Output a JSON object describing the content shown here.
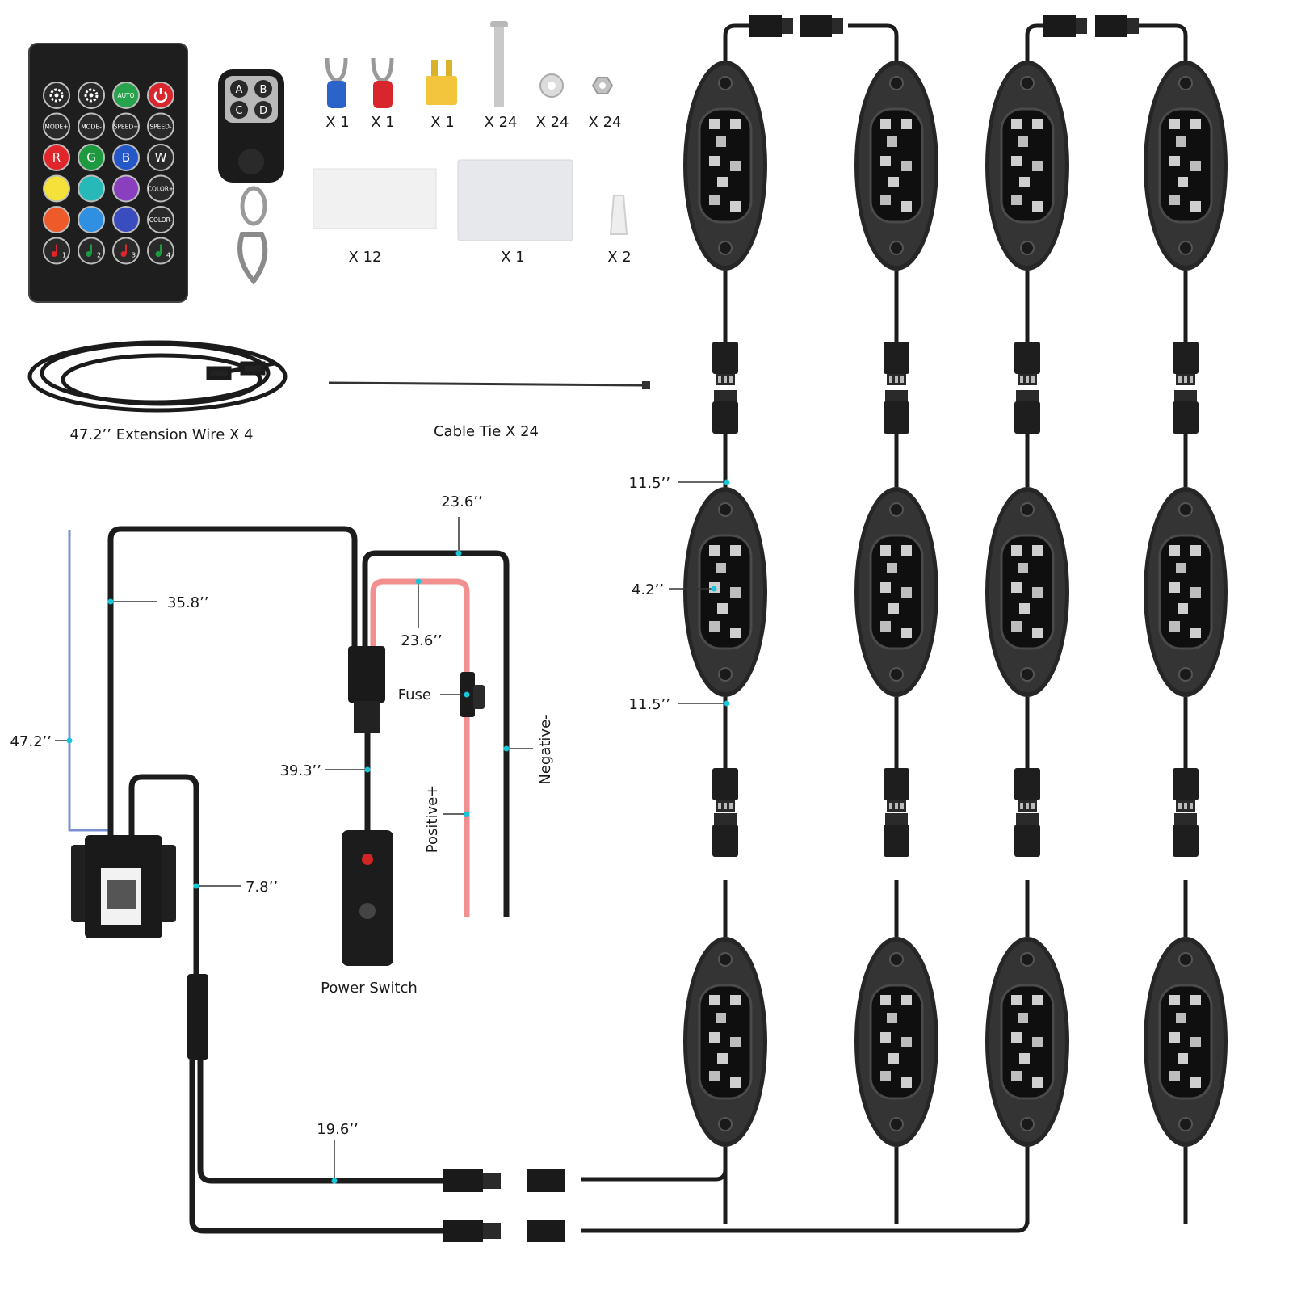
{
  "remote": {
    "buttons": [
      [
        "gear-icon",
        "gear-icon",
        "AUTO",
        "power-icon"
      ],
      [
        "MODE+",
        "MODE-",
        "SPEED+",
        "SPEED-"
      ],
      [
        "R",
        "G",
        "B",
        "W"
      ],
      [
        "",
        "",
        "",
        "COLOR+"
      ],
      [
        "",
        "",
        "",
        "COLOR-"
      ],
      [
        "1",
        "2",
        "3",
        "4"
      ]
    ],
    "colors": [
      [
        "#2a2a2a",
        "#2a2a2a",
        "#27a34b",
        "#d8262c"
      ],
      [
        "#2a2a2a",
        "#2a2a2a",
        "#2a2a2a",
        "#2a2a2a"
      ],
      [
        "#e0262b",
        "#1d9a3f",
        "#2457c8",
        "#2a2a2a"
      ],
      [
        "#f4e23a",
        "#26b9b8",
        "#8a3fbf",
        "#2a2a2a"
      ],
      [
        "#ee5a2a",
        "#2f8fe0",
        "#3a4dc0",
        "#2a2a2a"
      ],
      [
        "#2a2a2a",
        "#2a2a2a",
        "#2a2a2a",
        "#2a2a2a"
      ]
    ],
    "keyfob_buttons": [
      "A",
      "B",
      "C",
      "D"
    ]
  },
  "accessories": [
    {
      "icon": "blue-fork-terminal-icon",
      "qty": "X 1"
    },
    {
      "icon": "red-fork-terminal-icon",
      "qty": "X 1"
    },
    {
      "icon": "fuse-icon",
      "qty": "X 1"
    },
    {
      "icon": "screw-icon",
      "qty": "X 24"
    },
    {
      "icon": "washer-icon",
      "qty": "X 24"
    },
    {
      "icon": "nut-icon",
      "qty": "X 24"
    },
    {
      "icon": "adhesive-pad-icon",
      "qty": "X 12"
    },
    {
      "icon": "cleaning-card-icon",
      "qty": "X 1"
    },
    {
      "icon": "wire-connector-icon",
      "qty": "X 2"
    }
  ],
  "extension_wire_label": "47.2’’ Extension Wire X 4",
  "cable_tie_label": "Cable Tie X 24",
  "wiring": {
    "blue_wire": "47.2’’",
    "controller_wire": "35.8’’",
    "negative_wire": "23.6’’",
    "positive_wire": "23.6’’",
    "fuse": "Fuse",
    "negative": "Negative-",
    "positive": "Positive+",
    "switch_wire": "39.3’’",
    "power_switch": "Power Switch",
    "output_wire": "7.8’’",
    "split_wire": "19.6’’"
  },
  "pod_dims": {
    "top_lead": "11.5’’",
    "pod_length": "4.2’’",
    "bottom_lead": "11.5’’"
  },
  "colors": {
    "accent": "#19c6d8",
    "blue_wire": "#7a8fd6",
    "red_wire": "#f29090",
    "pod": "#2b2b2b",
    "wire": "#1c1c1c"
  }
}
